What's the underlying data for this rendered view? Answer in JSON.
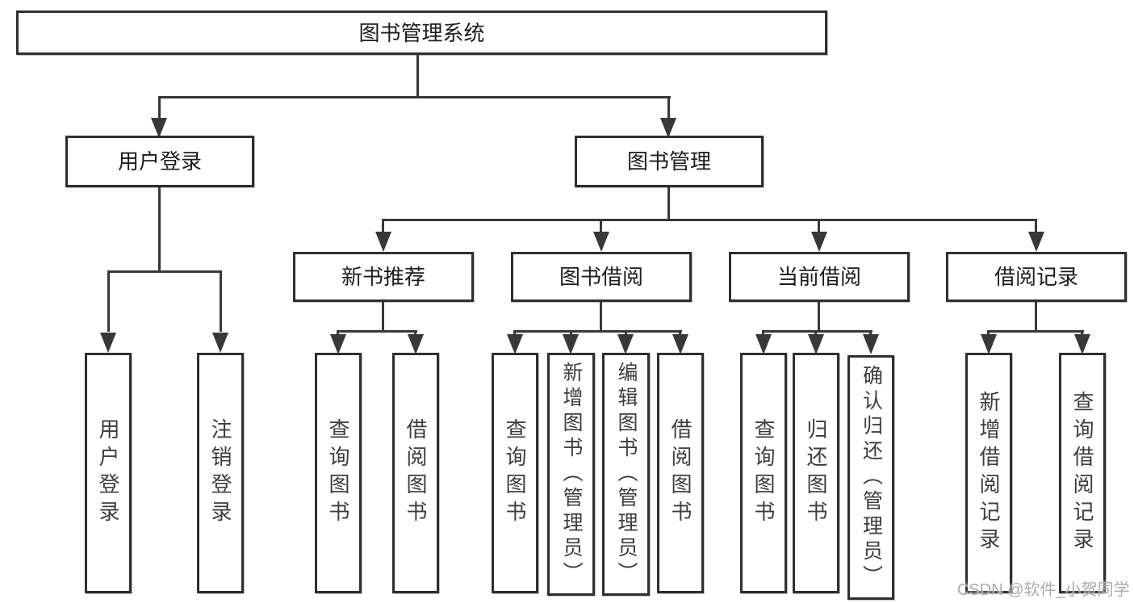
{
  "diagram": {
    "root": "图书管理系统",
    "user_login": {
      "label": "用户登录",
      "children": [
        "用户登录",
        "注销登录"
      ]
    },
    "book_mgmt": {
      "label": "图书管理",
      "sections": [
        {
          "label": "新书推荐",
          "children": [
            "查询图书",
            "借阅图书"
          ]
        },
        {
          "label": "图书借阅",
          "children": [
            "查询图书",
            "新增图书（管理员）",
            "编辑图书（管理员）",
            "借阅图书"
          ]
        },
        {
          "label": "当前借阅",
          "children": [
            "查询图书",
            "归还图书",
            "确认归还（管理员）"
          ]
        },
        {
          "label": "借阅记录",
          "children": [
            "新增借阅记录",
            "查询借阅记录"
          ]
        }
      ]
    }
  },
  "watermark": "CSDN @软件_小贺同学",
  "colors": {
    "background": "#ffffff",
    "border": "#2f2f2f",
    "line": "#383838",
    "text": "#1c1c1c",
    "watermark": "#ababab"
  }
}
